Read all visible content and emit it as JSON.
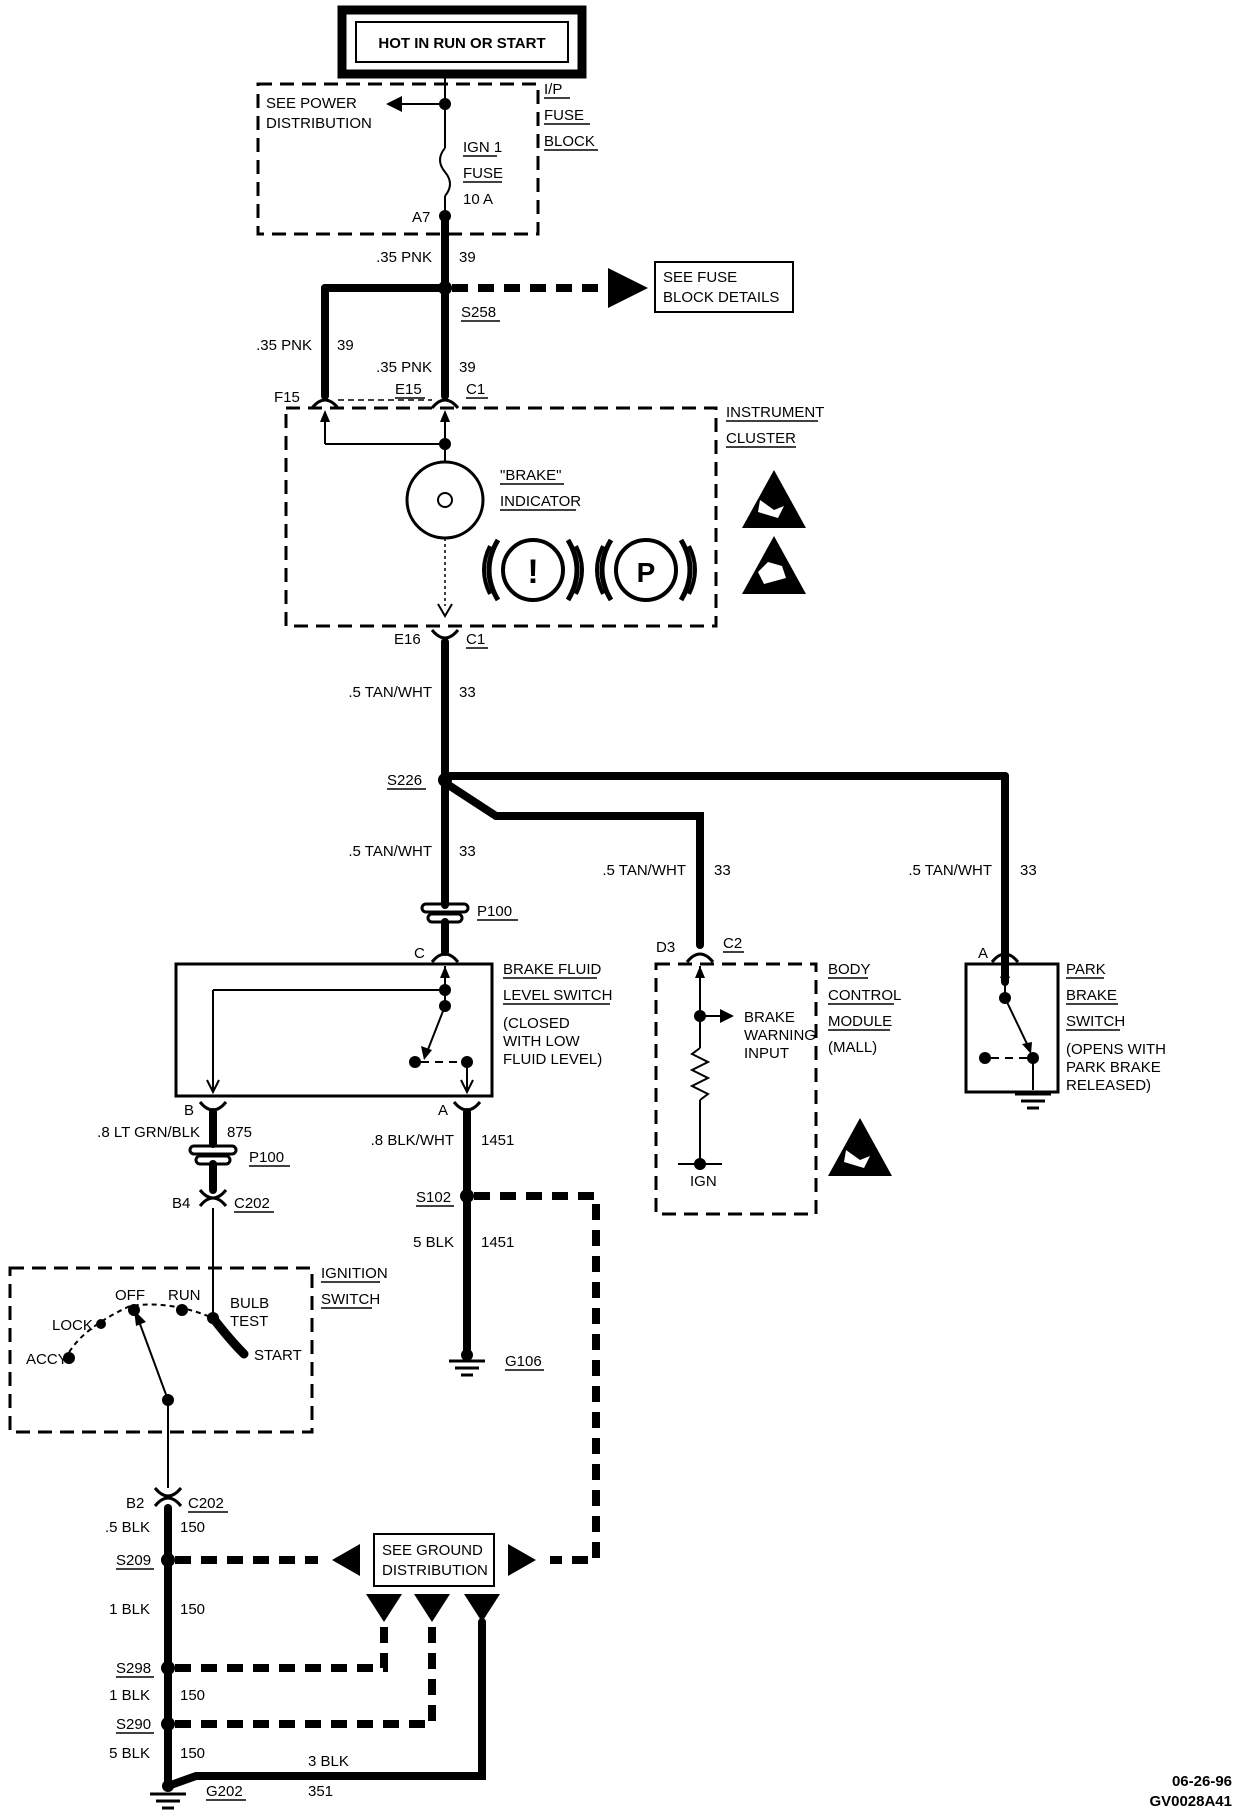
{
  "header": {
    "power_label": "HOT IN RUN OR START"
  },
  "fuse_block": {
    "name_lines": [
      "I/P",
      "FUSE",
      "BLOCK"
    ],
    "see_power_lines": [
      "SEE POWER",
      "DISTRIBUTION"
    ],
    "fuse_lines": [
      "IGN 1",
      "FUSE",
      "10 A"
    ],
    "terminal": "A7"
  },
  "wires": {
    "w039_top": {
      "gauge": ".35 PNK",
      "circuit": "39"
    },
    "w039_left": {
      "gauge": ".35 PNK",
      "circuit": "39"
    },
    "w039_right": {
      "gauge": ".35 PNK",
      "circuit": "39"
    },
    "w033_main": {
      "gauge": ".5 TAN/WHT",
      "circuit": "33"
    },
    "w033_lower": {
      "gauge": ".5 TAN/WHT",
      "circuit": "33"
    },
    "w033_bcm": {
      "gauge": ".5 TAN/WHT",
      "circuit": "33"
    },
    "w033_park": {
      "gauge": ".5 TAN/WHT",
      "circuit": "33"
    },
    "w875": {
      "gauge": ".8 LT GRN/BLK",
      "circuit": "875"
    },
    "w1451_a": {
      "gauge": ".8 BLK/WHT",
      "circuit": "1451"
    },
    "w1451_b": {
      "gauge": "5 BLK",
      "circuit": "1451"
    },
    "w150_a": {
      "gauge": ".5 BLK",
      "circuit": "150"
    },
    "w150_b": {
      "gauge": "1 BLK",
      "circuit": "150"
    },
    "w150_c": {
      "gauge": "1 BLK",
      "circuit": "150"
    },
    "w150_d": {
      "gauge": "5 BLK",
      "circuit": "150"
    },
    "w351": {
      "gauge": "3 BLK",
      "circuit": "351"
    }
  },
  "splices": {
    "s258": "S258",
    "s226": "S226",
    "s102": "S102",
    "s209": "S209",
    "s298": "S298",
    "s290": "S290"
  },
  "see_fuse_details_lines": [
    "SEE FUSE",
    "BLOCK DETAILS"
  ],
  "instrument_cluster": {
    "name_lines": [
      "INSTRUMENT",
      "CLUSTER"
    ],
    "connectors": {
      "f15": "F15",
      "e15": "E15",
      "c1_top": "C1",
      "e16": "E16",
      "c1_bottom": "C1"
    },
    "indicator_lines": [
      "\"BRAKE\"",
      "INDICATOR"
    ],
    "symbol_exclaim": "!",
    "symbol_p": "P"
  },
  "p100": {
    "upper": "P100",
    "lower": "P100",
    "upper_pin": "C",
    "lower_pin_b": "B",
    "lower_pin_a": "A"
  },
  "brake_fluid_switch": {
    "name_lines": [
      "BRAKE FLUID",
      "LEVEL SWITCH"
    ],
    "note_lines": [
      "(CLOSED",
      "WITH LOW",
      "FLUID LEVEL)"
    ]
  },
  "bcm": {
    "name_lines": [
      "BODY",
      "CONTROL",
      "MODULE",
      "(MALL)"
    ],
    "pin": "D3",
    "connector": "C2",
    "input_lines": [
      "BRAKE",
      "WARNING",
      "INPUT"
    ],
    "ign": "IGN"
  },
  "park_brake": {
    "name_lines": [
      "PARK",
      "BRAKE",
      "SWITCH"
    ],
    "note_lines": [
      "(OPENS WITH",
      "PARK BRAKE",
      "RELEASED)"
    ],
    "pin": "A"
  },
  "c202": {
    "upper_pin": "B4",
    "upper": "C202",
    "lower_pin": "B2",
    "lower": "C202"
  },
  "ignition_switch": {
    "name_lines": [
      "IGNITION",
      "SWITCH"
    ],
    "positions": {
      "lock": "LOCK",
      "off": "OFF",
      "run": "RUN",
      "bulb_test_lines": [
        "BULB",
        "TEST"
      ],
      "start": "START",
      "accy": "ACCY"
    }
  },
  "grounds": {
    "g106": "G106",
    "g202": "G202"
  },
  "see_ground_lines": [
    "SEE GROUND",
    "DISTRIBUTION"
  ],
  "footer": {
    "date": "06-26-96",
    "code": "GV0028A41"
  }
}
